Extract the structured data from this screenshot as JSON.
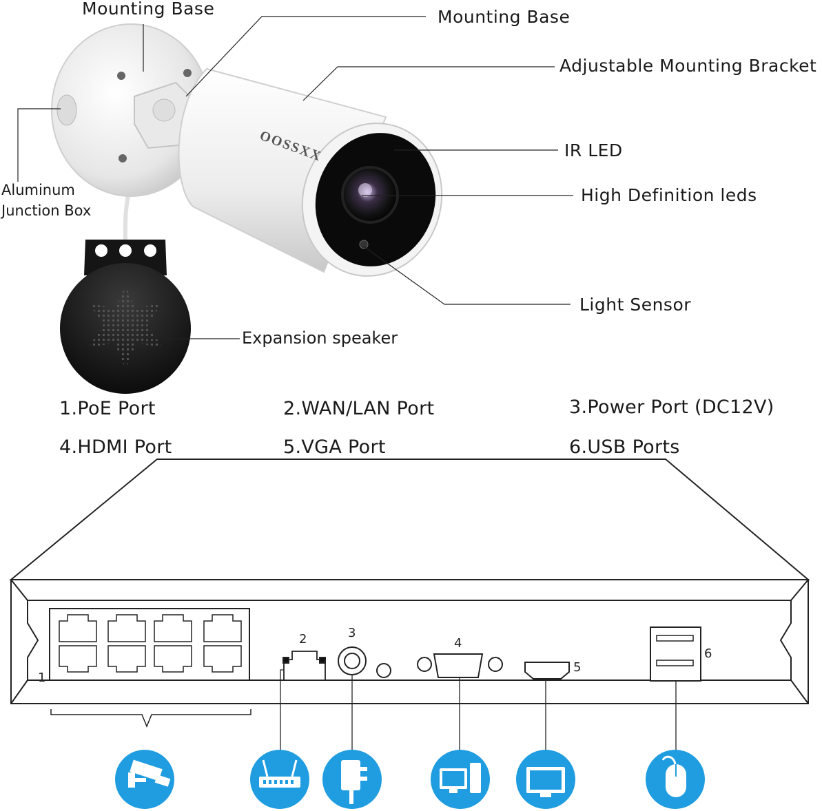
{
  "camera_labels": {
    "mounting_base_left": "Mounting Base",
    "mounting_base_right": "Mounting Base",
    "adjustable_bracket": "Adjustable Mounting Bracket",
    "ir_led": "IR LED",
    "hd_leds": "High Definition leds",
    "light_sensor": "Light Sensor",
    "junction_box_line1": "Aluminum",
    "junction_box_line2": "Junction Box",
    "expansion_speaker": "Expansion speaker",
    "brand": "OOSSXX"
  },
  "ports": [
    {
      "label": "1.PoE Port"
    },
    {
      "label": "2.WAN/LAN Port"
    },
    {
      "label": "3.Power Port (DC12V)"
    },
    {
      "label": "4.HDMI Port"
    },
    {
      "label": "5.VGA Port"
    },
    {
      "label": "6.USB Ports"
    }
  ],
  "port_numbers": [
    "1",
    "2",
    "3",
    "4",
    "5",
    "6"
  ],
  "icons": [
    "camera-icon",
    "router-icon",
    "power-adapter-icon",
    "computer-icon",
    "monitor-icon",
    "mouse-icon"
  ],
  "colors": {
    "icon_blue": "#1f9de0",
    "line": "#222222",
    "camera_body": "#f2f2f2",
    "speaker": "#1a1a1a"
  }
}
